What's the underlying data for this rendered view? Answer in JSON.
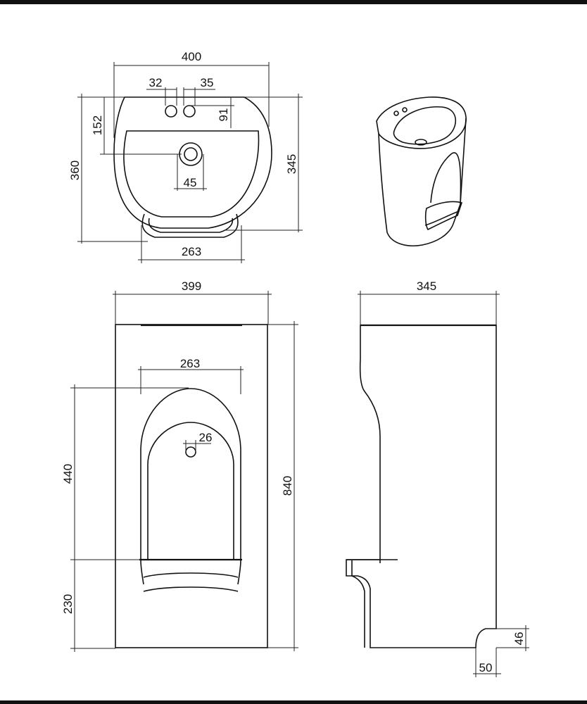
{
  "drawing": {
    "colors": {
      "line": "#111111",
      "background": "#ffffff"
    },
    "top_view": {
      "width": "400",
      "tap_hole_left": "32",
      "tap_hole_right": "35",
      "tap_to_rim": "91",
      "tap_to_waste": "152",
      "overall_depth": "360",
      "bowl_depth": "345",
      "waste_diameter": "45",
      "base_width": "263"
    },
    "front_view": {
      "width": "399",
      "opening_width": "263",
      "waste_outlet": "26",
      "opening_height": "440",
      "plinth_height": "230",
      "total_height": "840"
    },
    "side_view": {
      "depth": "345",
      "toe_recess_height": "46",
      "toe_recess_depth": "50"
    }
  }
}
